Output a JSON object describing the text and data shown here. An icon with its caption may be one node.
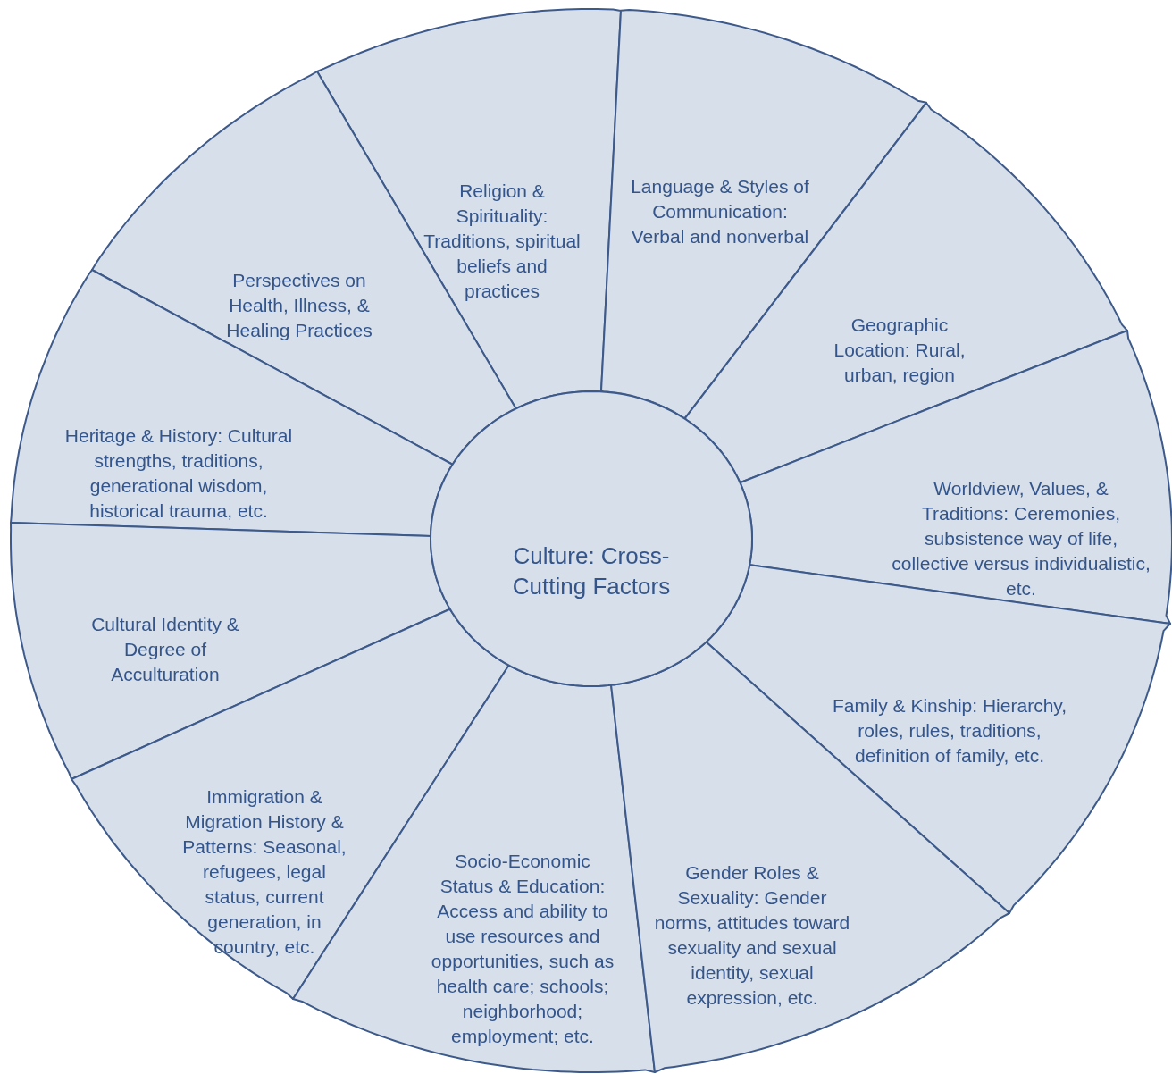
{
  "diagram": {
    "nodes": [
      {
        "text": [
          "Religion & Spirituality: Traditions, spiritual beliefs and practices"
        ]
      },
      {
        "text": [
          "Language & Styles of Communication: Verbal and nonverbal"
        ]
      },
      {
        "text": [
          "Perspectives on Health, Illness, & Healing Practices"
        ]
      },
      {
        "text": [
          "Geographic Location: Rural, urban, region"
        ]
      },
      {
        "text": [
          "Heritage & History: Cultural strengths, traditions, generational wisdom, historical trauma, etc."
        ]
      },
      {
        "text": [
          "Worldview, Values, & Traditions: Ceremonies, subsistence way of life, collective versus individualistic, etc."
        ]
      },
      {
        "text": [
          "Culture: Cross-Cutting Factors"
        ]
      },
      {
        "text": [
          "Cultural Identity & Degree of Acculturation"
        ]
      },
      {
        "text": [
          "Family & Kinship: Hierarchy, roles, rules, traditions, definition of family, etc."
        ]
      },
      {
        "text": [
          "Immigration & Migration History & Patterns: Seasonal, refugees, legal status, current generation, in country, etc."
        ]
      },
      {
        "text": [
          "Socio-Economic Status & Education: Access and ability to use resources and opportunities, such as health care; schools; neighborhood; employment; etc."
        ]
      },
      {
        "text": [
          "Gender Roles & Sexuality: Gender norms, attitudes toward sexuality and sexual identity, sexual expression, etc."
        ]
      }
    ]
  }
}
